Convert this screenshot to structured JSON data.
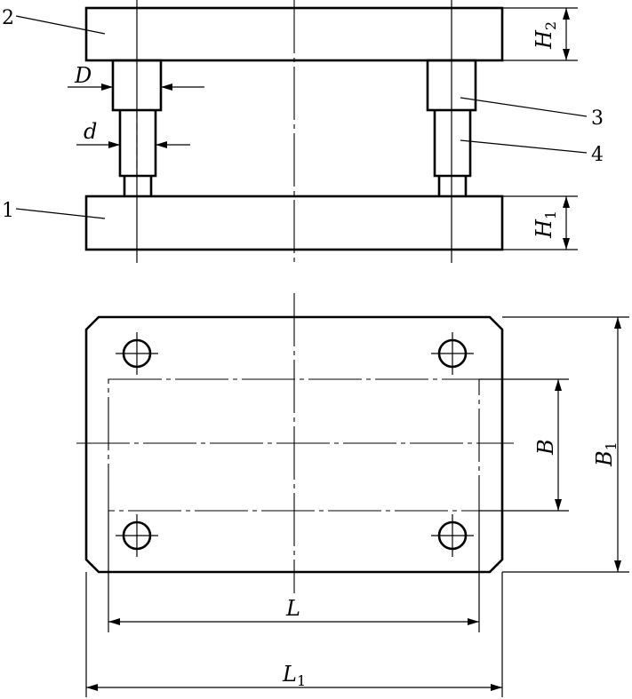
{
  "part_labels": {
    "p1": "1",
    "p2": "2",
    "p3": "3",
    "p4": "4"
  },
  "dimensions": {
    "D": "D",
    "d": "d",
    "H": "H",
    "B": "B",
    "L": "L",
    "sub_1": "1",
    "sub_2": "2"
  }
}
